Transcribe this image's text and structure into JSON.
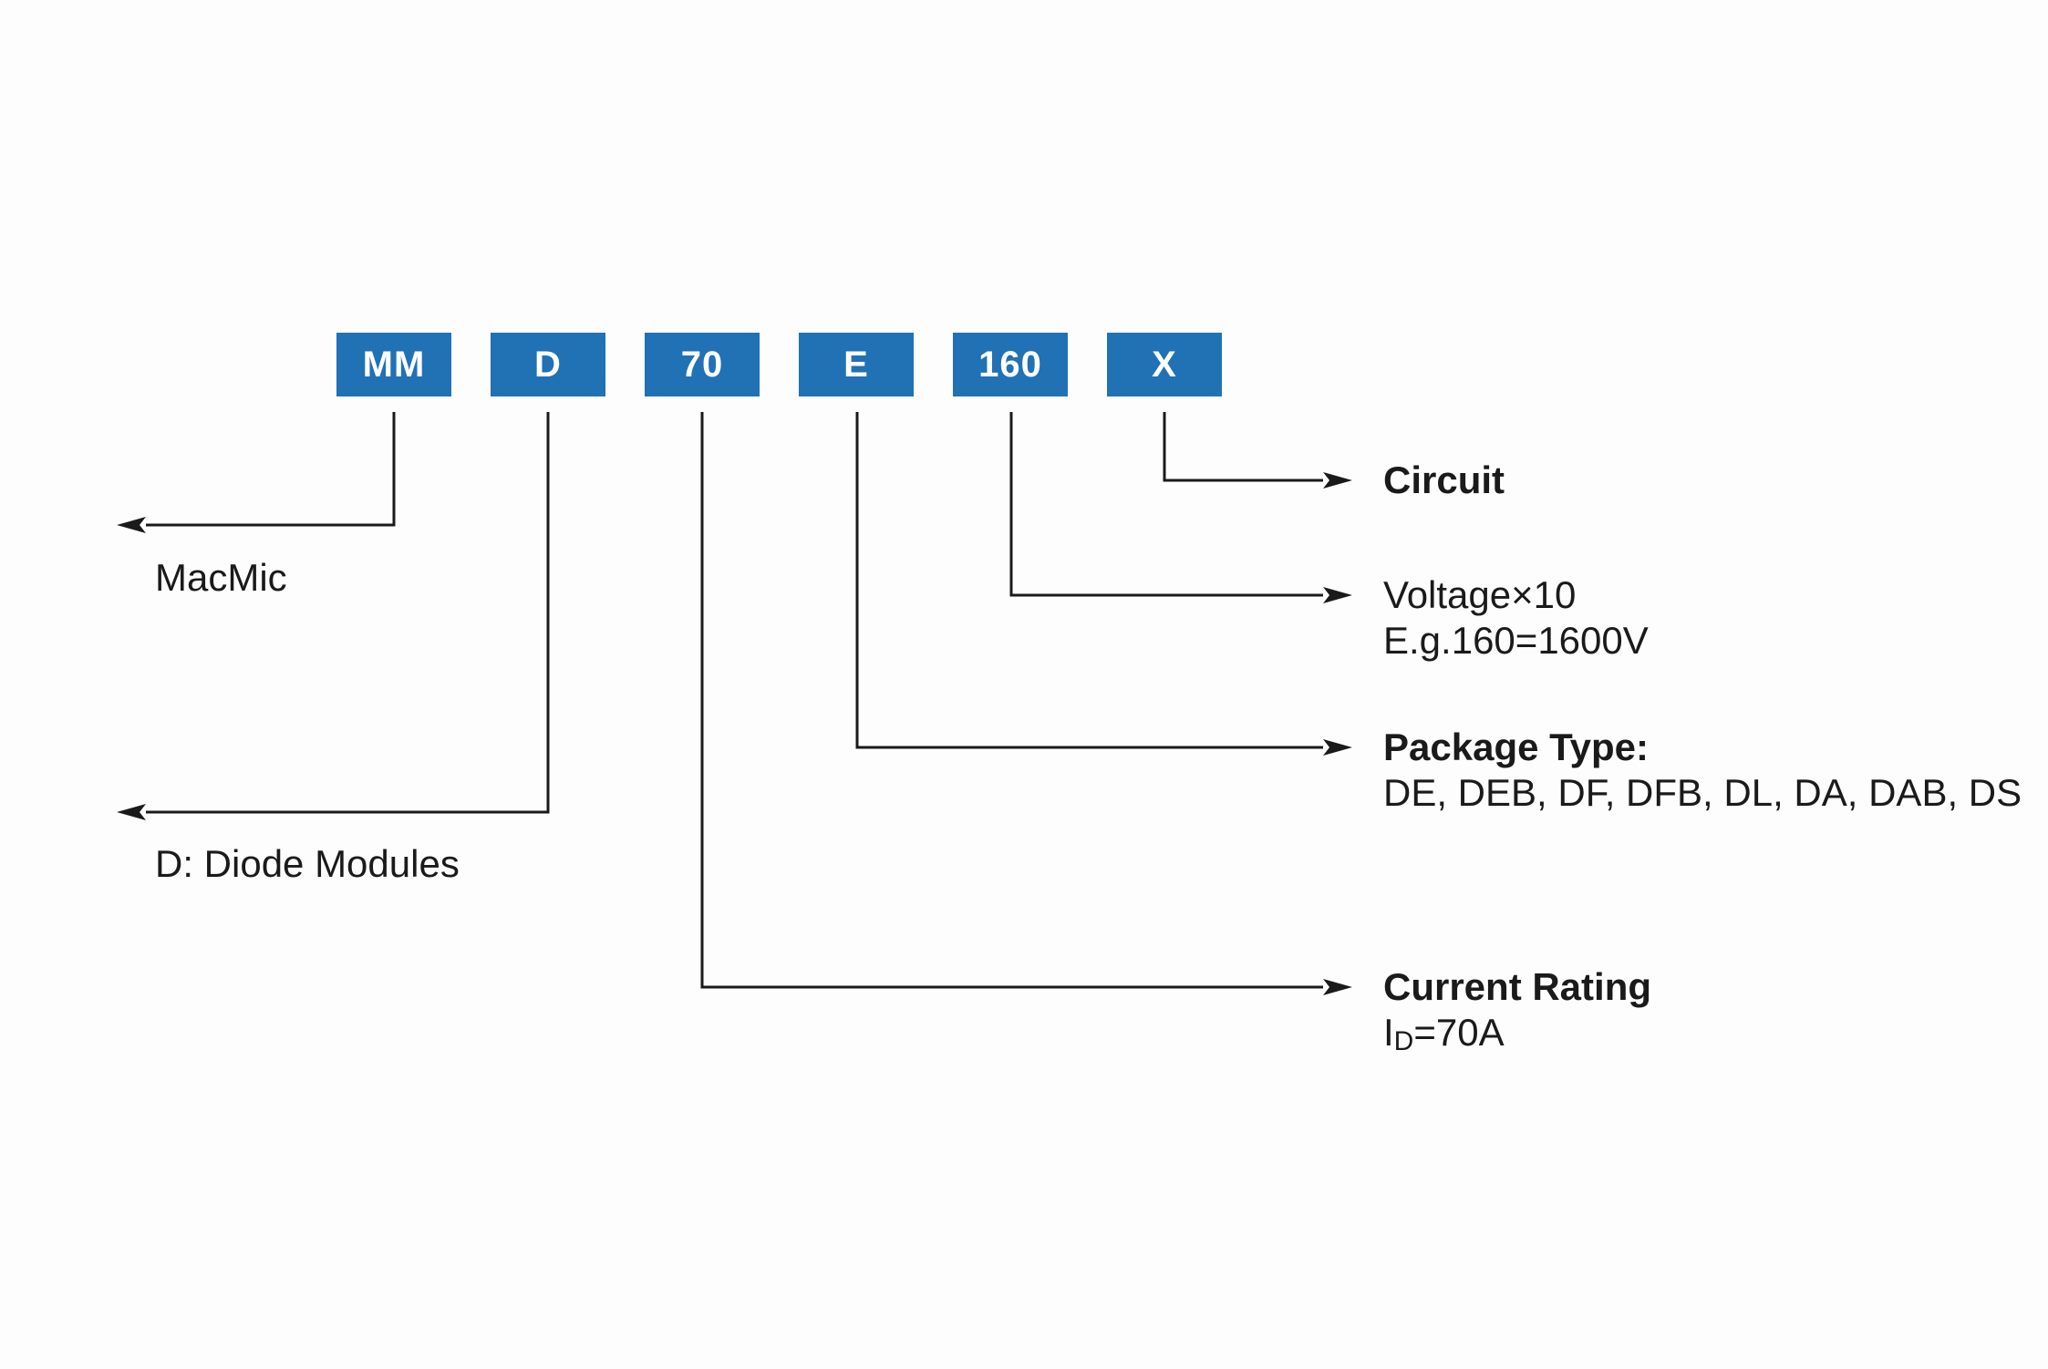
{
  "code_boxes": [
    "MM",
    "D",
    "70",
    "E",
    "160",
    "X"
  ],
  "annotations": {
    "macmic": {
      "text": "MacMic"
    },
    "diode_modules": {
      "text": "D: Diode Modules"
    },
    "circuit": {
      "title": "Circuit"
    },
    "voltage": {
      "title": "Voltage×10",
      "example": "E.g.160=1600V"
    },
    "package": {
      "title": "Package Type:",
      "options": "DE, DEB, DF, DFB, DL, DA, DAB, DS"
    },
    "current": {
      "title": "Current Rating",
      "value_symbol": "I",
      "value_subscript": "D",
      "value_rest": "=70A"
    }
  },
  "colors": {
    "box_blue": "#2171b5",
    "line": "#1a1a1a",
    "background": "#fdfdfd"
  }
}
